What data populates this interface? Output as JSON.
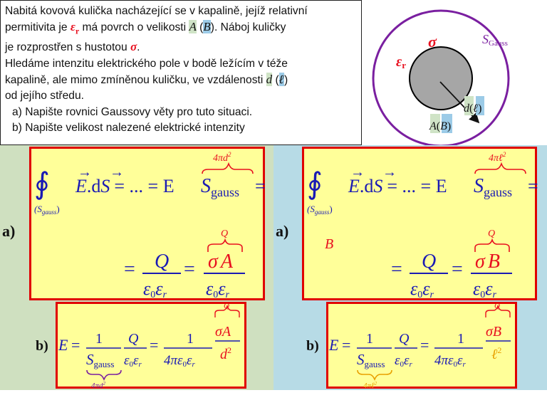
{
  "problem": {
    "line1": "Nabitá kovová kulička nacházející se v kapalině, jejíž relativní",
    "line2": {
      "pre": "permitivita je ",
      "eps": "ε",
      "eps_sub": "r",
      "mid": " má povrch o velikosti ",
      "A": "A",
      "open": " (",
      "B": "B",
      "post": "). Náboj kuličky"
    },
    "line3": {
      "pre": "je rozprostřen s hustotou ",
      "sigma": "σ",
      "post": "."
    },
    "line4": "Hledáme intenzitu elektrického pole v bodě ležícím v téže",
    "line5": {
      "pre": "kapalině, ale mimo zmíněnou kuličku, ve vzdálenosti ",
      "d": "d",
      "open": " (",
      "l": "ℓ",
      "post": ")"
    },
    "line6": "od jejího středu.",
    "task_a": "a) Napište rovnici Gaussovy věty pro tuto situaci.",
    "task_b": "b) Napište velikost nalezené elektrické intenzity"
  },
  "figure": {
    "s_gauss_main": "S",
    "s_gauss_sub": "Gauss",
    "eps": "ε",
    "eps_sub": "r",
    "sigma": "σ",
    "d": "d",
    "l": "ℓ",
    "A": "A",
    "B": "B",
    "open": "(",
    "close": ")"
  },
  "panels": {
    "label_a": "a)",
    "label_b": "b)",
    "a_left": {
      "int_sub_main": "(S",
      "int_sub_sub": "gauss",
      "int_sub_close": ")",
      "vecE": "E",
      "dot_d": ".d",
      "vecS": "S",
      "eq_dots": "= ... = E",
      "S_main": "S",
      "S_sub": "gauss",
      "brace_label": "4πd",
      "brace_exp": "2",
      "trailing_eq": "=",
      "eq": "=",
      "Q": "Q",
      "eps0": "ε",
      "eps0_sub": "0",
      "epsr": "ε",
      "epsr_sub": "r",
      "Q_over": "Q",
      "sigma": "σ",
      "area": "A"
    },
    "a_right": {
      "B_note": "B",
      "brace_label": "4πℓ",
      "brace_exp": "2",
      "area": "B"
    },
    "b_left": {
      "E": "E",
      "eq": "=",
      "one": "1",
      "S_main": "S",
      "S_sub": "gauss",
      "Q": "Q",
      "eps0": "ε",
      "eps0_sub": "0",
      "epsr": "ε",
      "epsr_sub": "r",
      "fourpi": "4πε",
      "Q_over": "Q",
      "sigma": "σ",
      "area": "A",
      "dist": "d",
      "dist_exp": "2",
      "under_label": "4πd",
      "under_exp": "2"
    },
    "b_right": {
      "area": "B",
      "dist": "ℓ",
      "dist_exp": "2",
      "under_label": "4πℓ",
      "under_exp": "2"
    }
  }
}
